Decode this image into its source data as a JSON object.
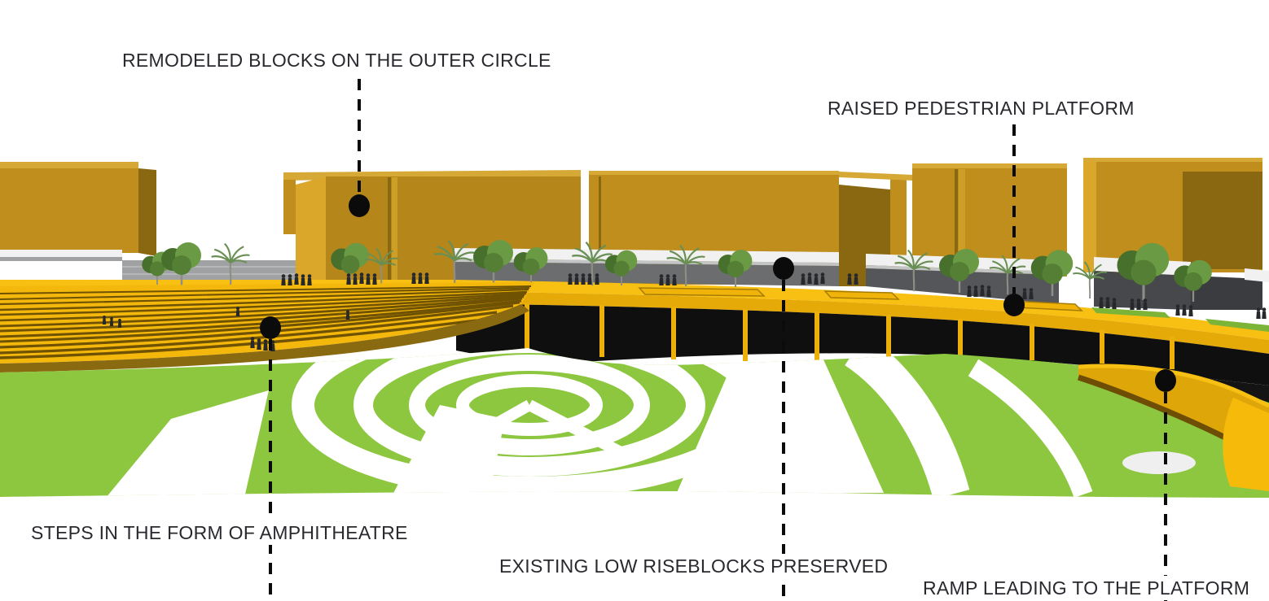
{
  "diagram": {
    "kind": "architectural concept rendering with callout annotations",
    "scene_elements": [
      "remodeled ochre blocks",
      "amphitheatre steps",
      "raised pedestrian platform",
      "existing low rise blocks",
      "ramp",
      "lawn with circular paths",
      "trees",
      "pedestrians"
    ]
  },
  "annotations": [
    {
      "id": "remodeled-blocks",
      "label": "REMODELED BLOCKS ON THE OUTER CIRCLE"
    },
    {
      "id": "raised-platform",
      "label": "RAISED PEDESTRIAN PLATFORM"
    },
    {
      "id": "amphitheatre-steps",
      "label": "STEPS IN THE FORM OF AMPHITHEATRE"
    },
    {
      "id": "low-riseblocks",
      "label": "EXISTING LOW RISEBLOCKS PRESERVED"
    },
    {
      "id": "ramp",
      "label": "RAMP LEADING TO THE PLATFORM"
    }
  ],
  "palette": {
    "ink": "#29282f",
    "marker": "#0b0b0b",
    "building-ochre": "#bf8e1d",
    "building-ochre-light": "#d6a835",
    "building-ochre-lit": "#daa72b",
    "building-ochre-dark": "#8a6812",
    "slab-white": "#f1f1f1",
    "slab-edge": "#c2c4c6",
    "wall-gray": "#6b6d6f",
    "wall-gray-dark": "#46484b",
    "plaza-gray": "#9fa1a3",
    "platform-yellow": "#f6ba0b",
    "platform-top": "#f8c013",
    "platform-fascia": "#e5a908",
    "column-yellow": "#ecb009",
    "steps-yellow": "#f4b70c",
    "steps-shadow": "#6f5202",
    "steps-rim": "#8a6a10",
    "shadow-black": "#0f0f0f",
    "lawn-green": "#8dc63f",
    "path-white": "#ffffff",
    "hedge-olive": "#5e7326",
    "ramp-shade": "#dfa60a",
    "ramp-dark-edge": "#6e4e04",
    "people": "#26282b",
    "tree-green": "#6b9a44",
    "tree-green-dark": "#47702c",
    "tree-green-mid": "#557f35",
    "palm-green": "#6a8f55",
    "trunk-gray": "#8e8e86"
  }
}
